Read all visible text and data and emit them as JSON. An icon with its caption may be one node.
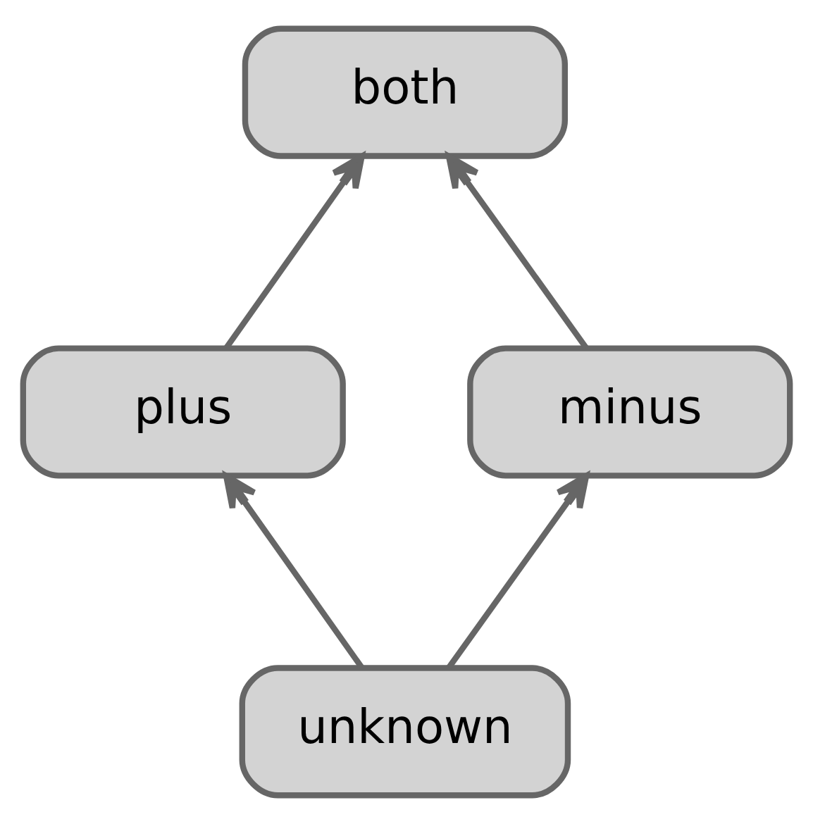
{
  "diagram": {
    "nodes": [
      {
        "text": [
          "both"
        ]
      },
      {
        "text": [
          "plus"
        ]
      },
      {
        "text": [
          "minus"
        ]
      },
      {
        "text": [
          "unknown"
        ]
      }
    ],
    "edges": [
      {
        "from": 1,
        "to": 0,
        "arrow": "to"
      },
      {
        "from": 2,
        "to": 0,
        "arrow": "to"
      },
      {
        "from": 3,
        "to": 1,
        "arrow": "to"
      },
      {
        "from": 3,
        "to": 2,
        "arrow": "to"
      }
    ]
  }
}
